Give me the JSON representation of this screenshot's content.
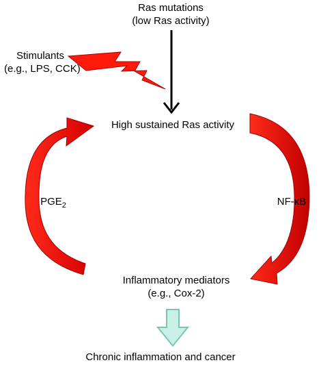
{
  "labels": {
    "ras_mutations": {
      "line1": "Ras mutations",
      "line2": "(low Ras activity)"
    },
    "stimulants": {
      "line1": "Stimulants",
      "line2": "(e.g., LPS, CCK)"
    },
    "high_ras": "High sustained Ras activity",
    "pge2": {
      "base": "PGE",
      "subscript": "2"
    },
    "nfkb": "NF-κB",
    "inflammatory": {
      "line1": "Inflammatory mediators",
      "line2": "(e.g., Cox-2)"
    },
    "outcome": "Chronic inflammation and cancer"
  },
  "colors": {
    "cycle_arrow": "#e8100a",
    "cycle_arrow_shade": "#9a0000",
    "down_arrow": "#000000",
    "outcome_arrow_fill": "#c8f0e6",
    "outcome_arrow_stroke": "#7cc5b3"
  },
  "icons": {
    "stimulant_bolt": "lightning-bolt-icon"
  }
}
